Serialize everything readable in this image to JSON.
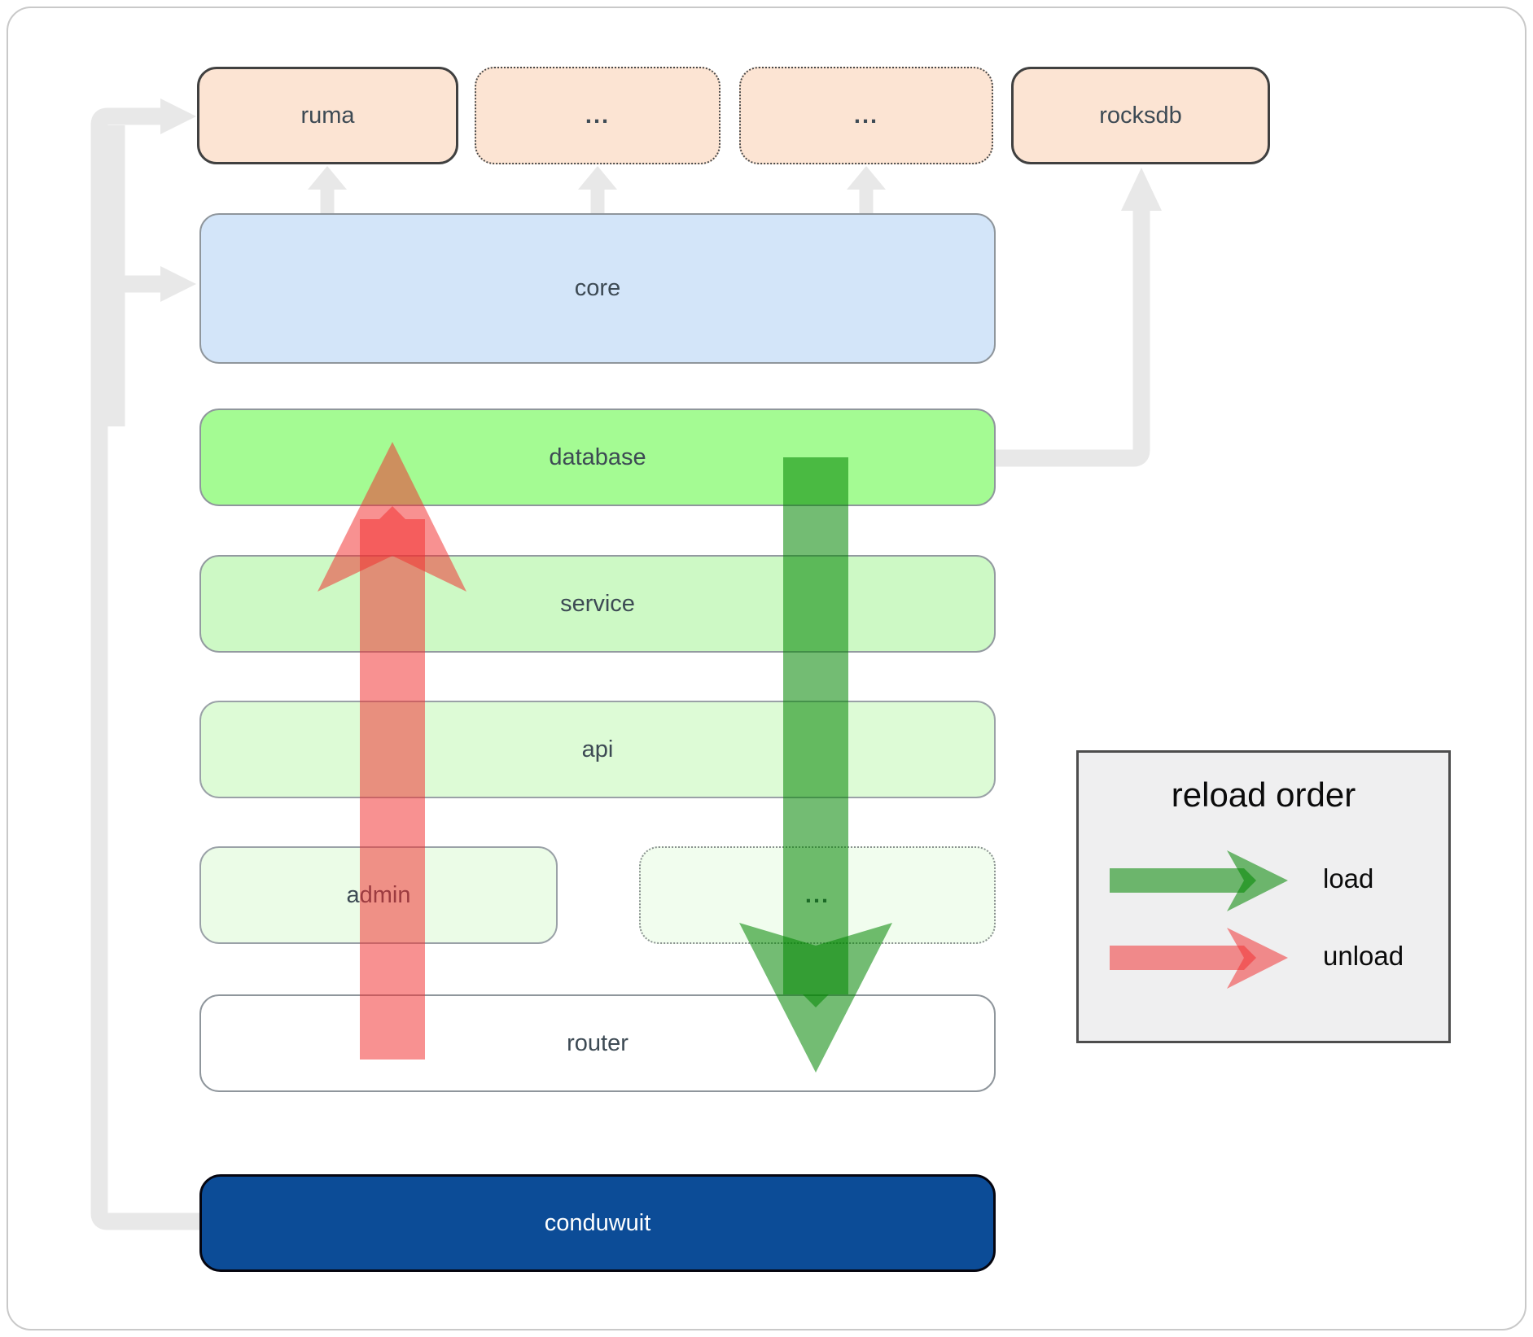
{
  "labels": {
    "ruma": "ruma",
    "crate1": "...",
    "crate2": "...",
    "rocksdb": "rocksdb",
    "core": "core",
    "database": "database",
    "service": "service",
    "api": "api",
    "admin": "admin",
    "service_other": "...",
    "router": "router",
    "conduwuit": "conduwuit"
  },
  "legend": {
    "title": "reload order",
    "load_label": "load",
    "unload_label": "unload"
  },
  "arrows": {
    "load": {
      "direction": "down",
      "color": "#008500"
    },
    "unload": {
      "direction": "up",
      "color": "#f23030"
    }
  },
  "colors": {
    "connector": "#e8e8e8",
    "load_arrow_fill": "rgba(0,133,0,0.55)",
    "unload_arrow_fill": "rgba(242,48,48,0.53)",
    "label_color": "#3d4a54",
    "peach_fill": "#fce4d3",
    "core_fill": "#d3e5f9",
    "database_fill": "#a4fb93",
    "service_fill": "#cdf9c5",
    "api_fill": "#ddfbd6",
    "admin_fill": "#ebfce7",
    "other_fill": "#f1fdee",
    "router_fill": "#ffffff",
    "conduwuit_fill": "#0c4c97",
    "legend_bg": "#efeff0"
  }
}
